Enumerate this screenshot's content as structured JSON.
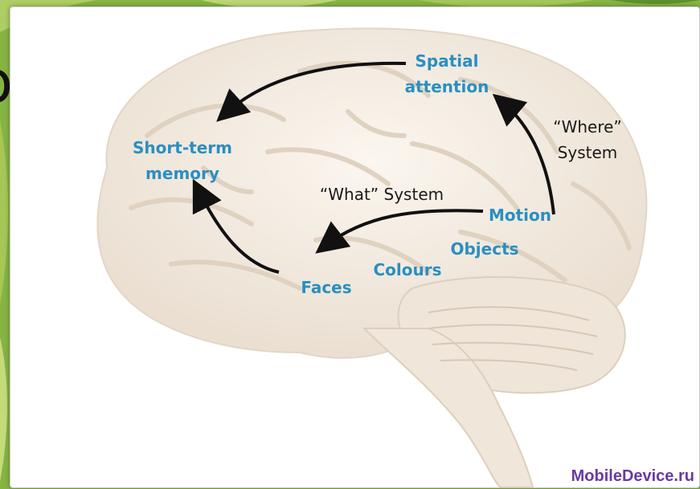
{
  "slide": {
    "partial_title_letter": "o"
  },
  "diagram": {
    "labels": {
      "spatial_attention": [
        "Spatial",
        "attention"
      ],
      "short_term_memory": [
        "Short-term",
        "memory"
      ],
      "where_system": [
        "“Where”",
        "System"
      ],
      "what_system": "“What” System",
      "motion": "Motion",
      "objects": "Objects",
      "colours": "Colours",
      "faces": "Faces"
    }
  },
  "watermark": "MobileDevice.ru",
  "colors": {
    "label_blue": "#2a8fc1",
    "label_dark": "#1a1a1a",
    "arrow": "#111111",
    "background_green": "#7fae3a",
    "watermark": "#6a3aa0"
  }
}
